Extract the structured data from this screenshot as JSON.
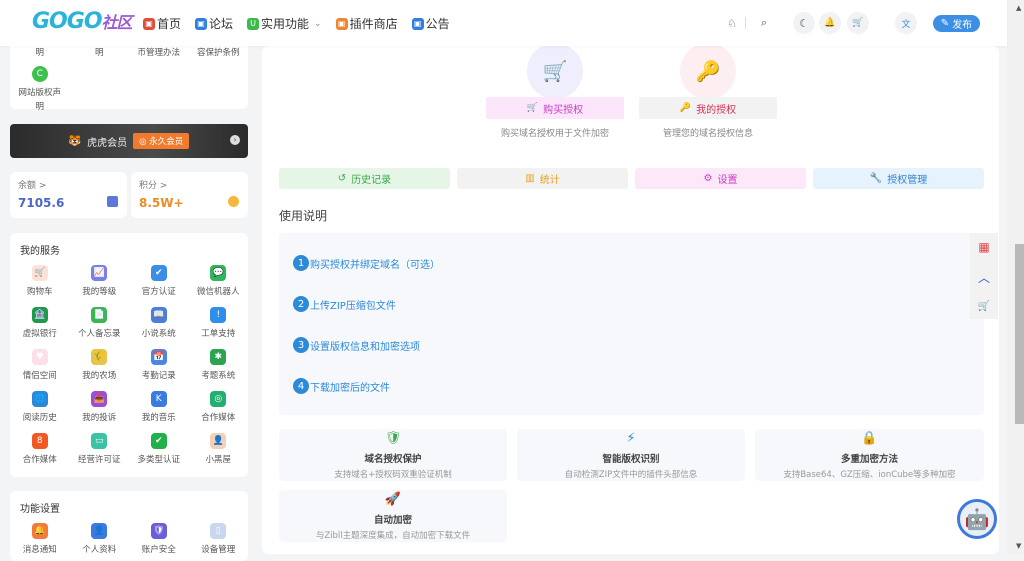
{
  "header": {
    "logo_main": "GOGO",
    "logo_sub": "社区",
    "nav": [
      {
        "label": "首页",
        "icon": "home-icon",
        "color": "#e34b3b"
      },
      {
        "label": "论坛",
        "icon": "forum-icon",
        "color": "#2f7fe0"
      },
      {
        "label": "实用功能",
        "icon": "tools-icon",
        "color": "#3cba4c",
        "dropdown": "⌄"
      },
      {
        "label": "插件商店",
        "icon": "store-icon",
        "color": "#f0862f"
      },
      {
        "label": "公告",
        "icon": "announcement-icon",
        "color": "#2f7fe0"
      }
    ],
    "icons": {
      "badge": "♘",
      "search": "⌕",
      "moon": "☾",
      "bell": "🔔",
      "cart": "🛒",
      "translate": "文"
    },
    "publish_label": "发布",
    "publish_icon": "✎"
  },
  "sidebar": {
    "top_partial": [
      "明",
      "明",
      "币管理办法",
      "容保护条例"
    ],
    "copyright_item": "网站版权声明",
    "vip": {
      "icon": "🐯",
      "label": "虎虎会员",
      "badge": "◎ 永久会员",
      "arrow": "›"
    },
    "balance": {
      "label": "余额 >",
      "value": "7105.6",
      "color": "#4a67c5"
    },
    "points": {
      "label": "积分 >",
      "value": "8.5W+",
      "color": "#f08a24"
    },
    "services": {
      "title": "我的服务",
      "items": [
        {
          "label": "购物车",
          "icon": "🛒",
          "color": "#ffe2d6"
        },
        {
          "label": "我的等级",
          "icon": "📈",
          "color": "#7b7fe8"
        },
        {
          "label": "官方认证",
          "icon": "✔",
          "color": "#3b8ee8"
        },
        {
          "label": "微信机器人",
          "icon": "💬",
          "color": "#2fb65a"
        },
        {
          "label": "虚拟银行",
          "icon": "🏦",
          "color": "#1f9a4c"
        },
        {
          "label": "个人备忘录",
          "icon": "📄",
          "color": "#3cb553"
        },
        {
          "label": "小说系统",
          "icon": "📖",
          "color": "#4a7fd8"
        },
        {
          "label": "工单支持",
          "icon": "!",
          "color": "#2f8ee8"
        },
        {
          "label": "情侣空间",
          "icon": "♥",
          "color": "#fbe0e8"
        },
        {
          "label": "我的农场",
          "icon": "🌾",
          "color": "#e8c44a"
        },
        {
          "label": "考勤记录",
          "icon": "📅",
          "color": "#4a86e8"
        },
        {
          "label": "考题系统",
          "icon": "✱",
          "color": "#2aa44e"
        },
        {
          "label": "阅读历史",
          "icon": "🌐",
          "color": "#2f86d9"
        },
        {
          "label": "我的投诉",
          "icon": "📥",
          "color": "#9b4fd8"
        },
        {
          "label": "我的音乐",
          "icon": "K",
          "color": "#3a7be0"
        },
        {
          "label": "合作媒体",
          "icon": "◎",
          "color": "#22b070"
        },
        {
          "label": "合作媒体",
          "icon": "8",
          "color": "#f05a22"
        },
        {
          "label": "经营许可证",
          "icon": "▭",
          "color": "#3cc2a4"
        },
        {
          "label": "多类型认证",
          "icon": "✔",
          "color": "#22b04a"
        },
        {
          "label": "小黑屋",
          "icon": "👤",
          "color": "#f5d0b5"
        }
      ]
    },
    "settings": {
      "title": "功能设置",
      "items": [
        {
          "label": "消息通知",
          "icon": "🔔",
          "color": "#f47a3a"
        },
        {
          "label": "个人资料",
          "icon": "👤",
          "color": "#3a7be0"
        },
        {
          "label": "账户安全",
          "icon": "🛡",
          "color": "#6a5fd8"
        },
        {
          "label": "设备管理",
          "icon": "▯",
          "color": "#c9d6f0"
        }
      ]
    }
  },
  "main": {
    "buy": {
      "label": "购买授权",
      "icon": "🛒",
      "desc": "购买域名授权用于文件加密"
    },
    "mine": {
      "label": "我的授权",
      "icon": "🔑",
      "desc": "管理您的域名授权信息"
    },
    "tabs": [
      {
        "label": "历史记录",
        "icon": "↺",
        "bg": "#e6f6e6",
        "color": "#3aa84a"
      },
      {
        "label": "统计",
        "icon": "▥",
        "bg": "#f2f2f2",
        "color": "#e8a020"
      },
      {
        "label": "设置",
        "icon": "⚙",
        "bg": "#fce8f8",
        "color": "#c83cc8"
      },
      {
        "label": "授权管理",
        "icon": "🔧",
        "bg": "#e6f2fc",
        "color": "#2d84d9"
      }
    ],
    "usage_title": "使用说明",
    "steps": [
      {
        "num": "1",
        "text": "购买授权并绑定域名（可选）"
      },
      {
        "num": "2",
        "text": "上传ZIP压缩包文件"
      },
      {
        "num": "3",
        "text": "设置版权信息和加密选项"
      },
      {
        "num": "4",
        "text": "下载加密后的文件"
      }
    ],
    "features": [
      {
        "title": "域名授权保护",
        "desc": "支持域名+授权码双重验证机制",
        "icon": "🛡",
        "color": "#3aa84a"
      },
      {
        "title": "智能版权识别",
        "desc": "自动检测ZIP文件中的插件头部信息",
        "icon": "⚡",
        "color": "#2d84d9"
      },
      {
        "title": "多重加密方法",
        "desc": "支持Base64、GZ压缩、ionCube等多种加密",
        "icon": "🔒",
        "color": "#f5a020"
      },
      {
        "title": "自动加密",
        "desc": "与Zibll主题深度集成，自动加密下载文件",
        "icon": "🚀",
        "color": "#d83cd0"
      }
    ]
  },
  "float_bar": {
    "qr": "▦",
    "up": "︿",
    "cart": "🛒"
  },
  "robot_icon": "🤖"
}
